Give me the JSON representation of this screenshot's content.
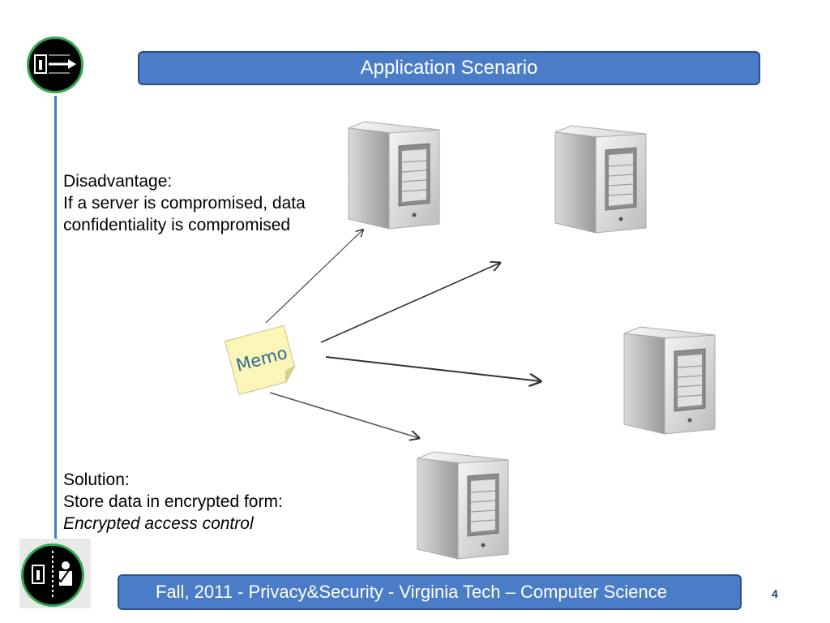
{
  "slide": {
    "title": "Application Scenario",
    "disadvantage": {
      "heading": "Disadvantage:",
      "line1": "If a server is compromised, data",
      "line2": "confidentiality is compromised"
    },
    "solution": {
      "heading": "Solution:",
      "line1": "Store data in encrypted form:",
      "line2": "Encrypted access control"
    },
    "memo_label": "Memo",
    "footer": "Fall, 2011  - Privacy&Security  - Virginia Tech – Computer Science",
    "page_number": "4"
  },
  "colors": {
    "accent": "#4a7cc7",
    "accent_border": "#2b4f86",
    "logo_ring": "#2fa84f",
    "memo": "#fbf5b8"
  },
  "icons": [
    "logo-icon",
    "server-icon",
    "memo-note-icon",
    "arrow-icon"
  ]
}
